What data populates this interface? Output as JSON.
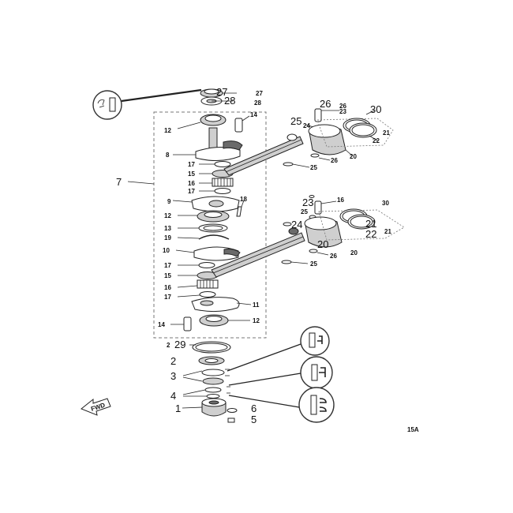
{
  "diagram": {
    "page_code": "15A",
    "fwd_label": "FWD",
    "labels": {
      "l27a": "27",
      "l27b": "27",
      "l28a": "28",
      "l28b": "28",
      "l26a": "26",
      "l26b": "26",
      "l26c": "26",
      "l30a": "30",
      "l30b": "30",
      "l25a": "25",
      "l25b": "25",
      "l25c": "25",
      "l25d": "25",
      "l24a": "24",
      "l24b": "24",
      "l23a": "23",
      "l23b": "23",
      "l22a": "22",
      "l22b": "22",
      "l21a": "21",
      "l21b": "21",
      "l21c": "21",
      "l20a": "20",
      "l20b": "20",
      "l20c": "20",
      "l16": "16",
      "l14a": "14",
      "l14b": "14",
      "l12a": "12",
      "l12b": "12",
      "l12c": "12",
      "l8": "8",
      "l7": "7",
      "l17a": "17",
      "l17b": "17",
      "l17c": "17",
      "l17d": "17",
      "l15a": "15",
      "l15b": "15",
      "l16a": "16",
      "l16b": "16",
      "l9": "9",
      "l18": "18",
      "l13": "13",
      "l19": "19",
      "l10": "10",
      "l11": "11",
      "l2a": "2",
      "l29": "29",
      "l2b": "2",
      "l3": "3",
      "l4": "4",
      "l1": "1",
      "l6": "6",
      "l5": "5"
    }
  }
}
